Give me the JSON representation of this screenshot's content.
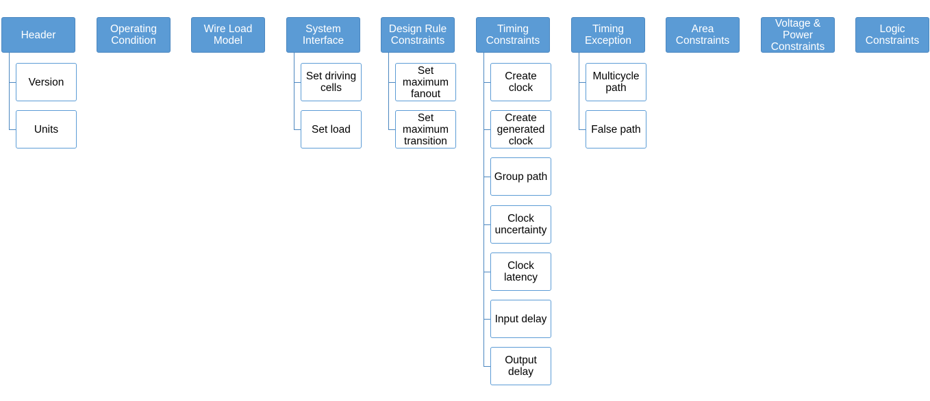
{
  "categories": [
    {
      "label": "Header",
      "children": [
        "Version",
        "Units"
      ]
    },
    {
      "label": "Operating\nCondition",
      "children": []
    },
    {
      "label": "Wire Load\nModel",
      "children": []
    },
    {
      "label": "System\nInterface",
      "children": [
        "Set driving\ncells",
        "Set load"
      ]
    },
    {
      "label": "Design Rule\nConstraints",
      "children": [
        "Set\nmaximum\nfanout",
        "Set\nmaximum\ntransition"
      ]
    },
    {
      "label": "Timing\nConstraints",
      "children": [
        "Create\nclock",
        "Create\ngenerated\nclock",
        "Group path",
        "Clock\nuncertainty",
        "Clock\nlatency",
        "Input delay",
        "Output\ndelay"
      ]
    },
    {
      "label": "Timing\nException",
      "children": [
        "Multicycle\npath",
        "False path"
      ]
    },
    {
      "label": "Area\nConstraints",
      "children": []
    },
    {
      "label": "Voltage &\nPower\nConstraints",
      "children": []
    },
    {
      "label": "Logic\nConstraints",
      "children": []
    }
  ]
}
